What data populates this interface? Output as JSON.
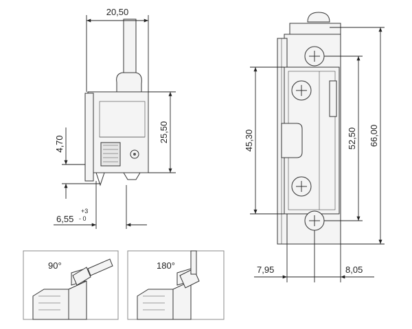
{
  "dimensions": {
    "width_top": "20,50",
    "height_left": "25,50",
    "offset_small": "4,70",
    "offset_bottom": "6,55",
    "tol_plus": "+3",
    "tol_minus": "- 0",
    "height_mid": "45,30",
    "height_inner": "52,50",
    "height_total": "66,00",
    "width_left": "7,95",
    "width_right": "8,05"
  },
  "insets": {
    "left_label": "90°",
    "right_label": "180°"
  },
  "colors": {
    "line": "#333333",
    "fill": "#f4f4f4",
    "inset_border": "#888888"
  }
}
